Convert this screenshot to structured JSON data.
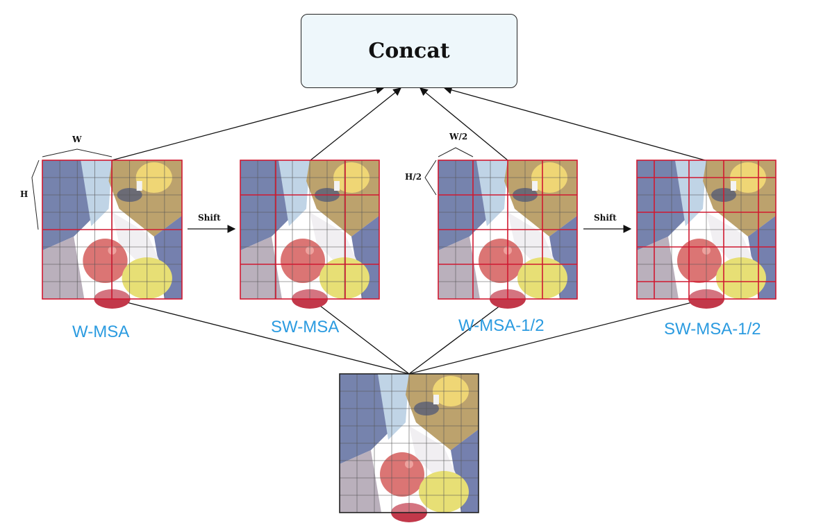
{
  "concat_label": "Concat",
  "labels": {
    "w_msa": "W-MSA",
    "sw_msa": "SW-MSA",
    "w_msa_half": "W-MSA-1/2",
    "sw_msa_half": "SW-MSA-1/2"
  },
  "dims": {
    "w": "W",
    "h": "H",
    "w_half": "W/2",
    "h_half": "H/2"
  },
  "shift_label": "Shift",
  "colors": {
    "label": "#2b9be0",
    "window_border": "#d01830",
    "concat_fill": "#eef7fb"
  },
  "grid_cells": 8
}
